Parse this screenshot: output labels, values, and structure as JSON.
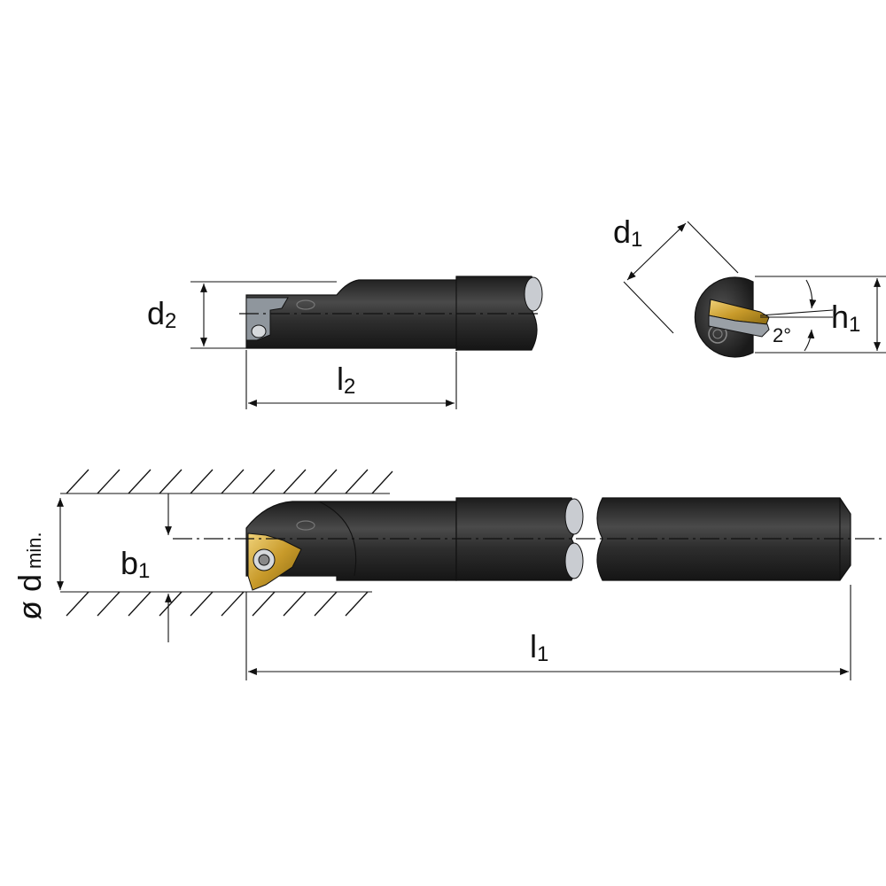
{
  "labels": {
    "d2": {
      "main": "d",
      "sub": "2"
    },
    "l2": {
      "main": "l",
      "sub": "2"
    },
    "d1": {
      "main": "d",
      "sub": "1"
    },
    "h1": {
      "main": "h",
      "sub": "1"
    },
    "angle": "2°",
    "b1": {
      "main": "b",
      "sub": "1"
    },
    "dmin": {
      "main": "ø d",
      "sub": "min."
    },
    "l1": {
      "main": "l",
      "sub": "1"
    }
  },
  "colors": {
    "tool_body": "#2b2b2b",
    "tool_highlight": "#5a5a5a",
    "insert_gold": "#d8b445",
    "insert_gray": "#9aa0a6",
    "lines": "#111111"
  }
}
